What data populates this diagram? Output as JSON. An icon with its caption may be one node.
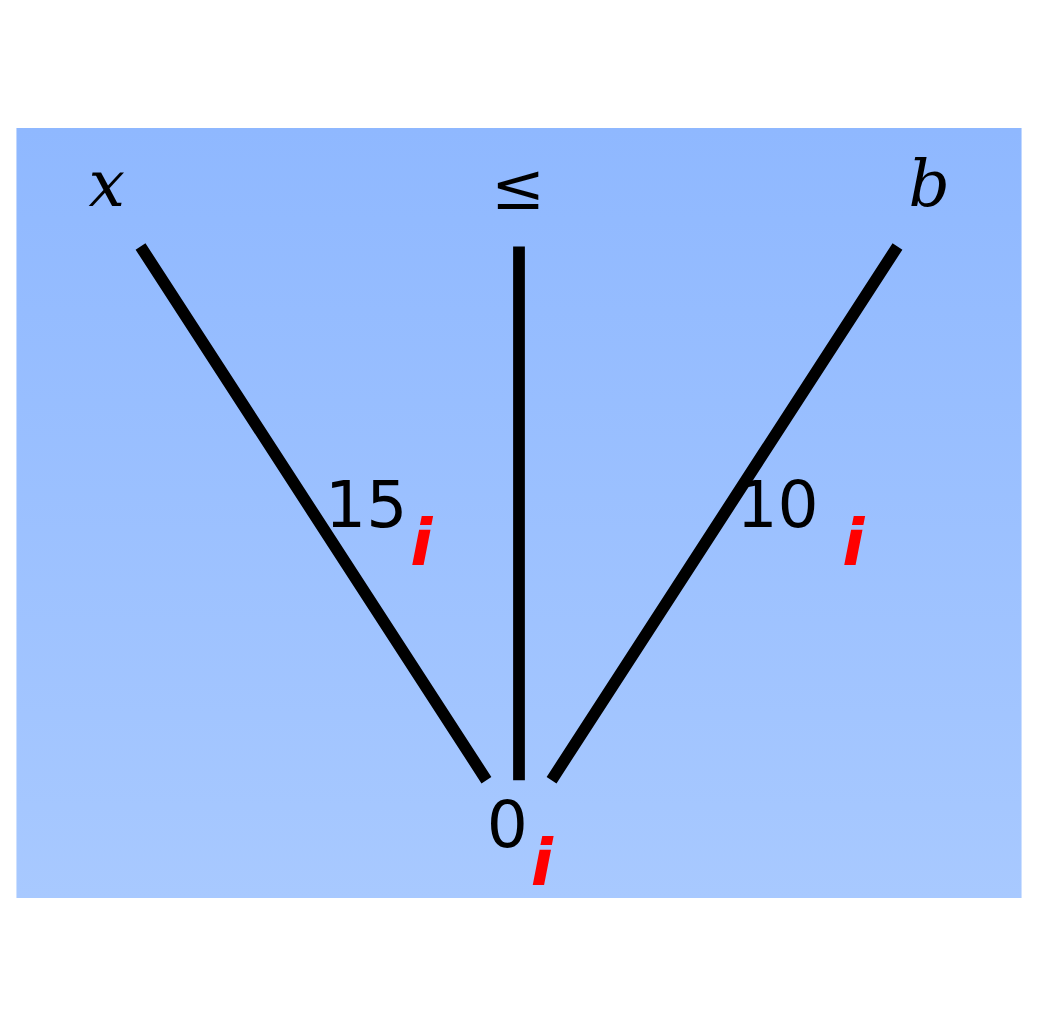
{
  "diagram": {
    "nodes": [
      {
        "text": [
          "x"
        ]
      },
      {
        "text": [
          "≤"
        ]
      },
      {
        "text": [
          "b"
        ]
      },
      {
        "text": [
          "0$_{i}$"
        ]
      }
    ],
    "edges": [
      {
        "from": 0,
        "to": 3,
        "arrow": "none",
        "label": "15$_{i}$"
      },
      {
        "from": 1,
        "to": 3,
        "arrow": "none"
      },
      {
        "from": 2,
        "to": 3,
        "arrow": "none",
        "label": "10 $_{i}$"
      }
    ]
  }
}
